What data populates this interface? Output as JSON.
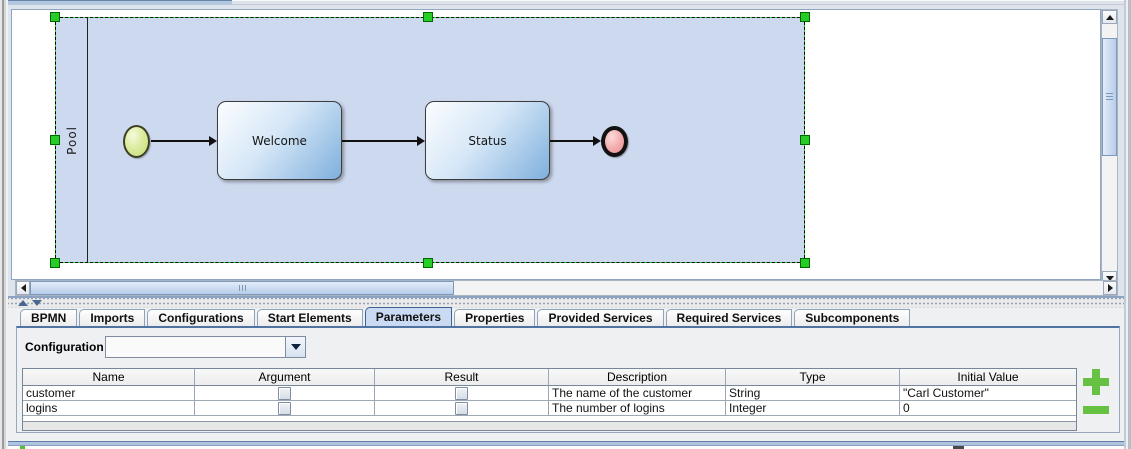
{
  "diagram": {
    "pool_label": "Pool",
    "start_event": "start-event",
    "end_event": "end-event",
    "tasks": {
      "task1": "Welcome",
      "task2": "Status"
    }
  },
  "bottom_panel": {
    "tabs": [
      {
        "label": "BPMN",
        "selected": false
      },
      {
        "label": "Imports",
        "selected": false
      },
      {
        "label": "Configurations",
        "selected": false
      },
      {
        "label": "Start Elements",
        "selected": false
      },
      {
        "label": "Parameters",
        "selected": true
      },
      {
        "label": "Properties",
        "selected": false
      },
      {
        "label": "Provided Services",
        "selected": false
      },
      {
        "label": "Required Services",
        "selected": false
      },
      {
        "label": "Subcomponents",
        "selected": false
      }
    ],
    "configuration": {
      "label": "Configuration",
      "value": ""
    },
    "parameters_table": {
      "columns": [
        "Name",
        "Argument",
        "Result",
        "Description",
        "Type",
        "Initial Value"
      ],
      "rows": [
        {
          "name": "customer",
          "argument_checked": false,
          "result_checked": false,
          "description": "The name of the customer",
          "type": "String",
          "initial_value": "\"Carl Customer\""
        },
        {
          "name": "logins",
          "argument_checked": false,
          "result_checked": false,
          "description": "The number of logins",
          "type": "Integer",
          "initial_value": "0"
        }
      ]
    },
    "icons": {
      "add": "plus-icon",
      "remove": "minus-icon"
    },
    "colors": {
      "selected_tab": "#c9daf2",
      "add_remove_green": "#67c143",
      "pool_fill": "#cdd9ef"
    }
  }
}
